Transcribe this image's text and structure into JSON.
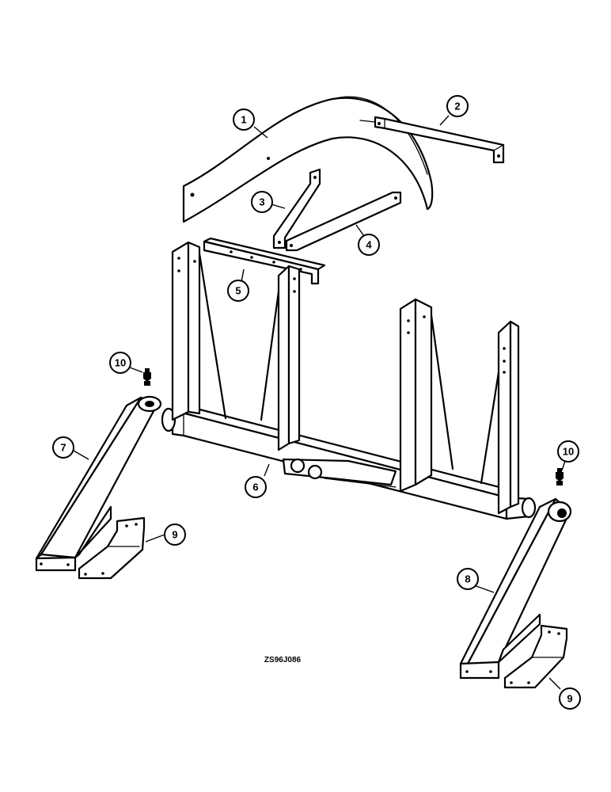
{
  "callouts": [
    {
      "id": "1",
      "label": "1"
    },
    {
      "id": "2",
      "label": "2"
    },
    {
      "id": "3",
      "label": "3"
    },
    {
      "id": "4",
      "label": "4"
    },
    {
      "id": "5",
      "label": "5"
    },
    {
      "id": "6",
      "label": "6"
    },
    {
      "id": "7",
      "label": "7"
    },
    {
      "id": "8",
      "label": "8"
    },
    {
      "id": "9a",
      "label": "9"
    },
    {
      "id": "9b",
      "label": "9"
    },
    {
      "id": "10a",
      "label": "10"
    },
    {
      "id": "10b",
      "label": "10"
    }
  ],
  "drawing_code": "ZS96J086"
}
